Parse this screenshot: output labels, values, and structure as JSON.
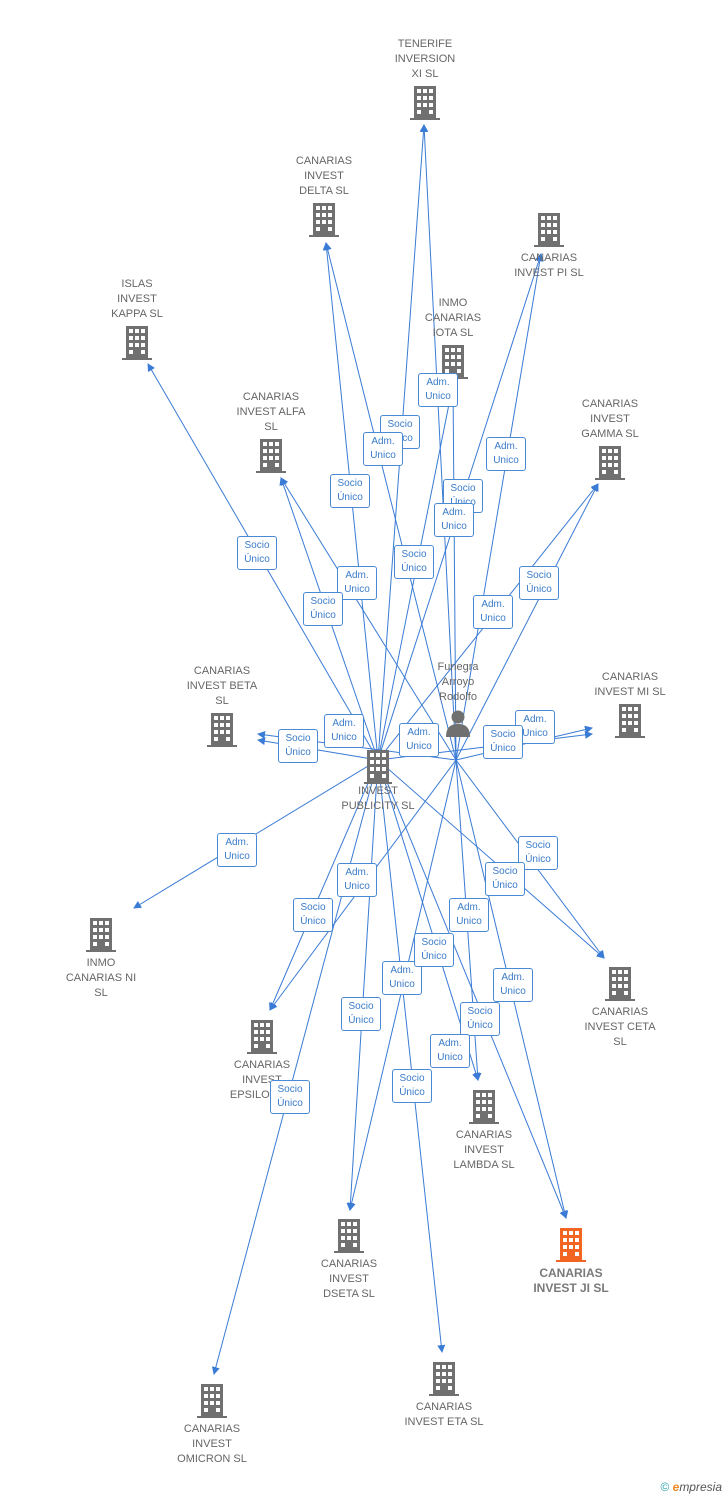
{
  "diagram": {
    "hubs": {
      "person": {
        "label": "Funegra\nArroyo\nRodolfo",
        "icon": "person-icon"
      },
      "company": {
        "label": "INVEST\nPUBLICITY SL",
        "icon": "building-icon"
      }
    },
    "nodes": [
      {
        "id": "tenerife",
        "label": "TENERIFE\nINVERSION\nXI SL"
      },
      {
        "id": "delta",
        "label": "CANARIAS\nINVEST\nDELTA SL"
      },
      {
        "id": "pi",
        "label": "CANARIAS\nINVEST PI SL"
      },
      {
        "id": "kappa",
        "label": "ISLAS\nINVEST\nKAPPA SL"
      },
      {
        "id": "iota",
        "label": "INMO\nCANARIAS\nIOTA SL"
      },
      {
        "id": "alfa",
        "label": "CANARIAS\nINVEST ALFA\nSL"
      },
      {
        "id": "gamma",
        "label": "CANARIAS\nINVEST\nGAMMA SL"
      },
      {
        "id": "beta",
        "label": "CANARIAS\nINVEST BETA\nSL"
      },
      {
        "id": "mi",
        "label": "CANARIAS\nINVEST MI SL"
      },
      {
        "id": "ni",
        "label": "INMO\nCANARIAS NI\nSL"
      },
      {
        "id": "ceta",
        "label": "CANARIAS\nINVEST CETA\nSL"
      },
      {
        "id": "epsilon",
        "label": "CANARIAS\nINVEST\nEPSILON SL"
      },
      {
        "id": "lambda",
        "label": "CANARIAS\nINVEST\nLAMBDA SL"
      },
      {
        "id": "ji",
        "label": "CANARIAS\nINVEST JI SL",
        "highlight": true
      },
      {
        "id": "dseta",
        "label": "CANARIAS\nINVEST\nDSETA SL"
      },
      {
        "id": "eta",
        "label": "CANARIAS\nINVEST ETA SL"
      },
      {
        "id": "omicron",
        "label": "CANARIAS\nINVEST\nOMICRON SL"
      }
    ],
    "badges": [
      {
        "text": "Adm.\nUnico"
      },
      {
        "text": "Socio\nÚnico"
      },
      {
        "text": "Adm.\nUnico"
      },
      {
        "text": "Adm.\nUnico"
      },
      {
        "text": "Socio\nÚnico"
      },
      {
        "text": "Socio\nÚnico"
      },
      {
        "text": "Adm.\nUnico"
      },
      {
        "text": "Socio\nÚnico"
      },
      {
        "text": "Adm.\nUnico"
      },
      {
        "text": "Socio\nÚnico"
      },
      {
        "text": "Adm.\nUnico"
      },
      {
        "text": "Socio\nÚnico"
      },
      {
        "text": "Socio\nÚnico"
      },
      {
        "text": "Adm.\nUnico"
      },
      {
        "text": "Socio\nÚnico"
      },
      {
        "text": "Adm.\nUnico"
      },
      {
        "text": "Adm.\nUnico"
      },
      {
        "text": "Socio\nÚnico"
      },
      {
        "text": "Adm.\nUnico"
      },
      {
        "text": "Socio\nÚnico"
      },
      {
        "text": "Adm.\nUnico"
      },
      {
        "text": "Socio\nÚnico"
      },
      {
        "text": "Socio\nÚnico"
      },
      {
        "text": "Adm.\nUnico"
      },
      {
        "text": "Adm.\nUnico"
      },
      {
        "text": "Socio\nÚnico"
      },
      {
        "text": "Adm.\nUnico"
      },
      {
        "text": "Socio\nÚnico"
      },
      {
        "text": "Socio\nÚnico"
      },
      {
        "text": "Adm.\nUnico"
      },
      {
        "text": "Socio\nÚnico"
      },
      {
        "text": "Socio\nÚnico"
      }
    ],
    "colors": {
      "edge": "#3a7bd5",
      "building": "#707070",
      "highlight": "#f26522"
    }
  },
  "footer": {
    "copyright": "©",
    "brand_e": "e",
    "brand_rest": "mpresia"
  }
}
